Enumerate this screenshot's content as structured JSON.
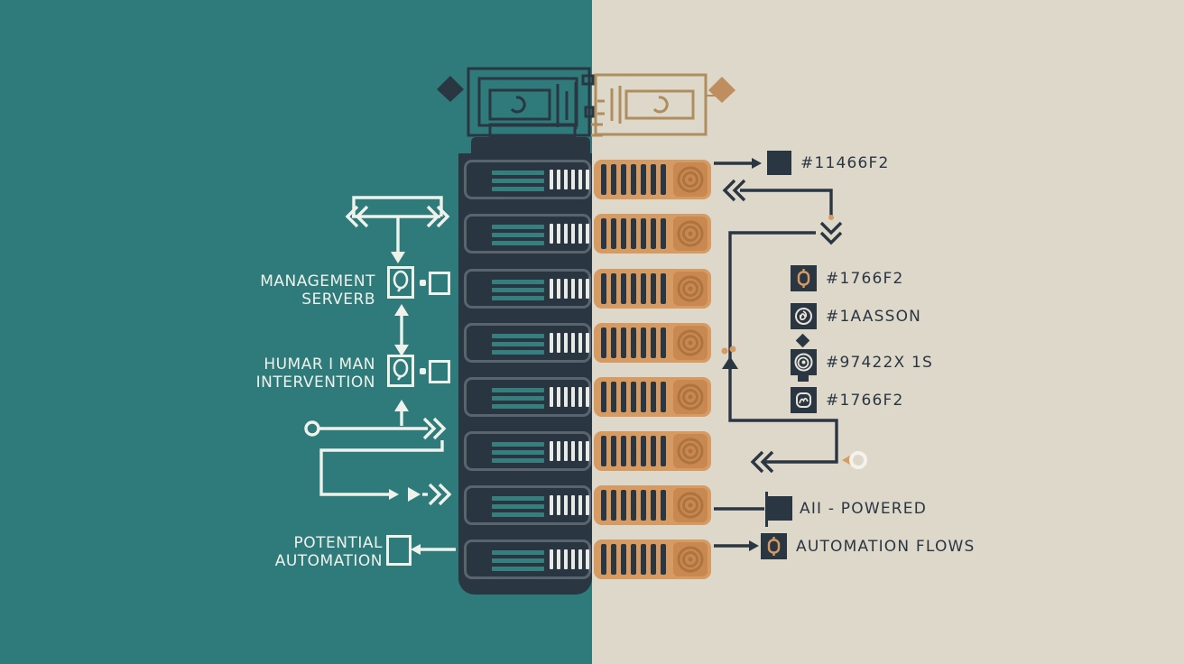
{
  "colors": {
    "teal_bg": "#2F7A7B",
    "beige_bg": "#DDD8C9",
    "navy": "#2B3643",
    "orange": "#D69A63",
    "orange_dark": "#C8884F",
    "tan_outline": "#B08D5F",
    "white": "#EFF2EB"
  },
  "left_panel": {
    "management_label": {
      "line1": "MANAGEMENT",
      "line2": "SERVERB"
    },
    "human_label": {
      "line1": "HUMAR I MAN",
      "line2": "INTERVENTION"
    },
    "potential_label": {
      "line1": "POTENTIAL",
      "line2": "AUTOMATION"
    }
  },
  "right_panel": {
    "swatch_label": "#11466F2",
    "icon_list": [
      {
        "icon": "lantern-icon",
        "label": "#1766F2"
      },
      {
        "icon": "knot-icon",
        "label": "#1AASSON"
      },
      {
        "icon": "swirl-icon",
        "label": "#97422X 1S"
      },
      {
        "icon": "cloud-icon",
        "label": "#1766F2"
      }
    ],
    "legend": [
      {
        "icon": "flag-square-icon",
        "label": "AII - POWERED"
      },
      {
        "icon": "lantern-icon",
        "label": "AUTOMATION FLOWS"
      }
    ]
  },
  "rack": {
    "row_count": 8,
    "row_tops": [
      177,
      237,
      298,
      358,
      418,
      478,
      538,
      598
    ]
  }
}
